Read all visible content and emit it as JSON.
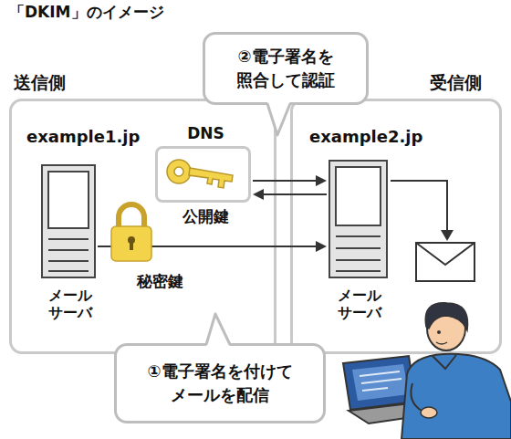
{
  "diagram": {
    "title": "「DKIM」のイメージ",
    "nodes": [
      {
        "text": [
          "送信側",
          "example1.jp"
        ]
      },
      {
        "text": [
          "DNS",
          "公開鍵"
        ],
        "in": 0
      },
      {
        "text": [
          "メール サーバ"
        ],
        "in": 0
      },
      {
        "text": [
          "受信側",
          "example2.jp"
        ]
      },
      {
        "text": [
          "メール サーバ"
        ],
        "in": 3
      },
      {
        "text": [
          "②電子署名を 照合して認証"
        ]
      },
      {
        "text": [
          "①電子署名を付けて メールを配信"
        ]
      }
    ],
    "edges": [
      {
        "from": 1,
        "to": 4,
        "arrow": "to"
      },
      {
        "from": 4,
        "to": 1,
        "arrow": "to"
      },
      {
        "from": 2,
        "to": 4,
        "arrow": "to"
      }
    ],
    "labels": [
      "秘密鍵"
    ]
  }
}
